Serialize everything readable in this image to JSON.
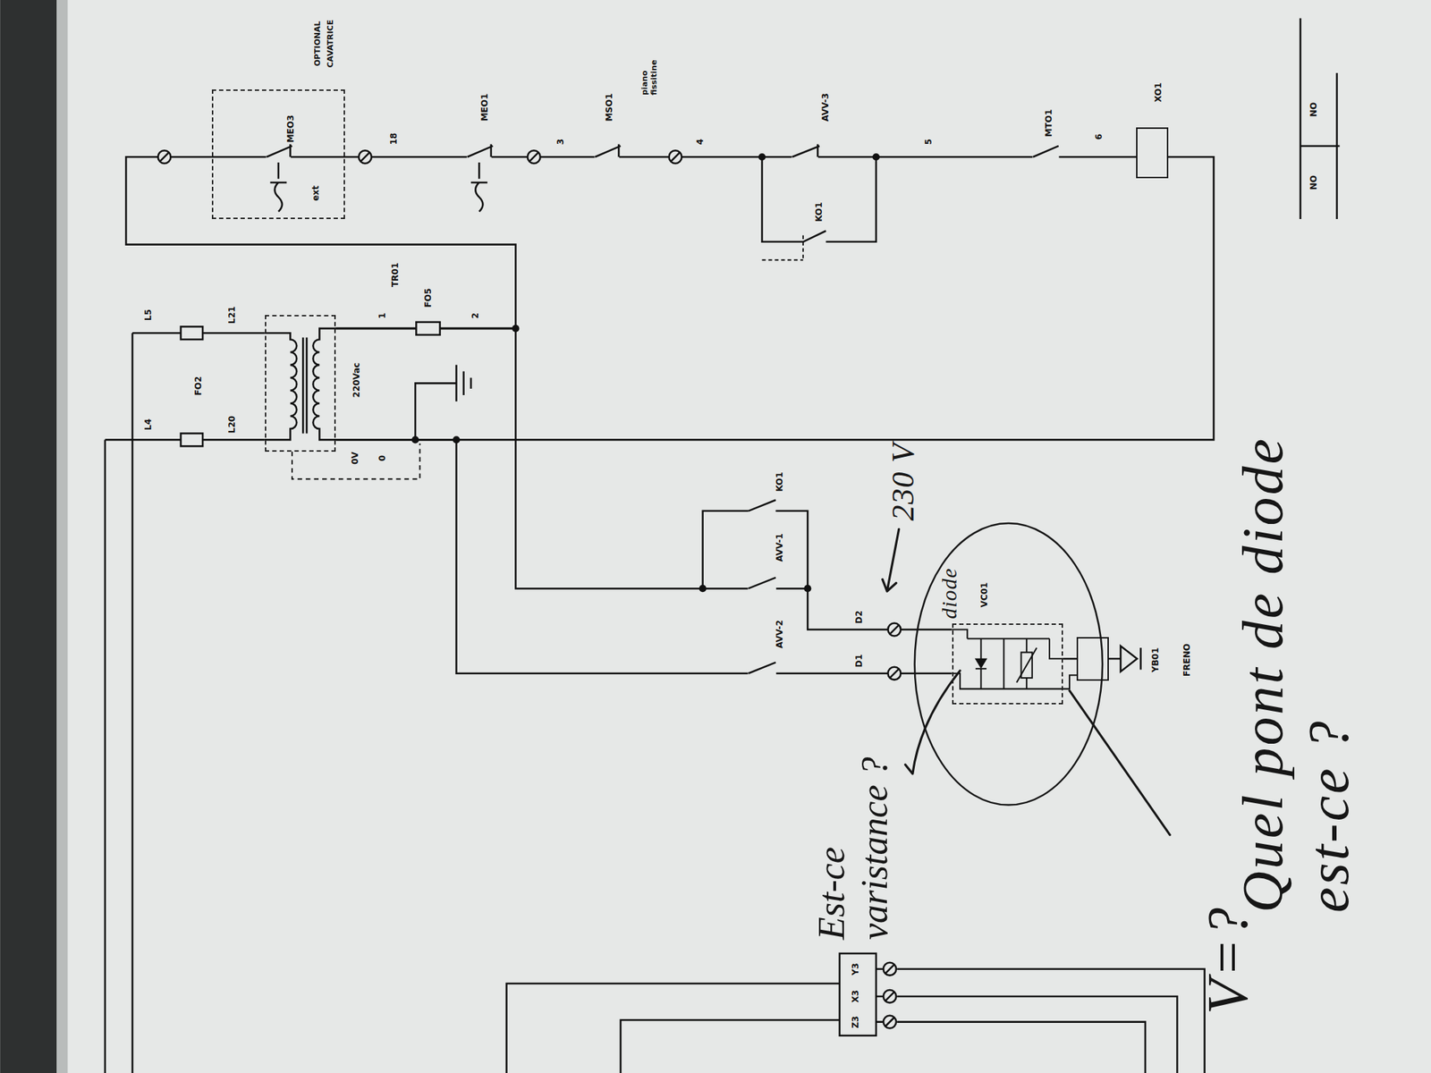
{
  "diagram": {
    "nodes": [
      {
        "text": [
          "MEO3",
          "ext"
        ]
      },
      {
        "text": [
          "TR01",
          "220Vac"
        ]
      },
      {
        "text": [
          "XO1"
        ]
      },
      {
        "text": [
          "diode"
        ]
      },
      {
        "text": [
          "VC01"
        ],
        "in": 3
      },
      {
        "text": [
          "YB01",
          "FRENO"
        ]
      }
    ],
    "edges": [
      {
        "from": 1,
        "to": 0,
        "arrow": "none"
      },
      {
        "from": 0,
        "to": 2,
        "arrow": "none"
      },
      {
        "from": 2,
        "to": 1,
        "arrow": "none"
      },
      {
        "from": 1,
        "to": 4,
        "arrow": "none"
      },
      {
        "from": 1,
        "to": 4,
        "arrow": "none"
      },
      {
        "from": 4,
        "to": 5,
        "arrow": "none"
      }
    ],
    "labels": [
      "OPTIONAL",
      "CAVATRICE",
      "18",
      "MEO1",
      "3",
      "MSO1",
      "piano fissitine",
      "4",
      "AVV-3",
      "KO1",
      "5",
      "MTO1",
      "6",
      "L5",
      "L21",
      "FO2",
      "L4",
      "L20",
      "0V",
      "0",
      "1",
      "FO5",
      "2",
      "KO1",
      "AVV-1",
      "AVV-2",
      "D2",
      "D1",
      "230 V",
      "Est-ce varistance ?",
      "V=?",
      "Quel pont de diode est-ce ?",
      "Z3",
      "X3",
      "Y3",
      "NO",
      "NO"
    ]
  }
}
